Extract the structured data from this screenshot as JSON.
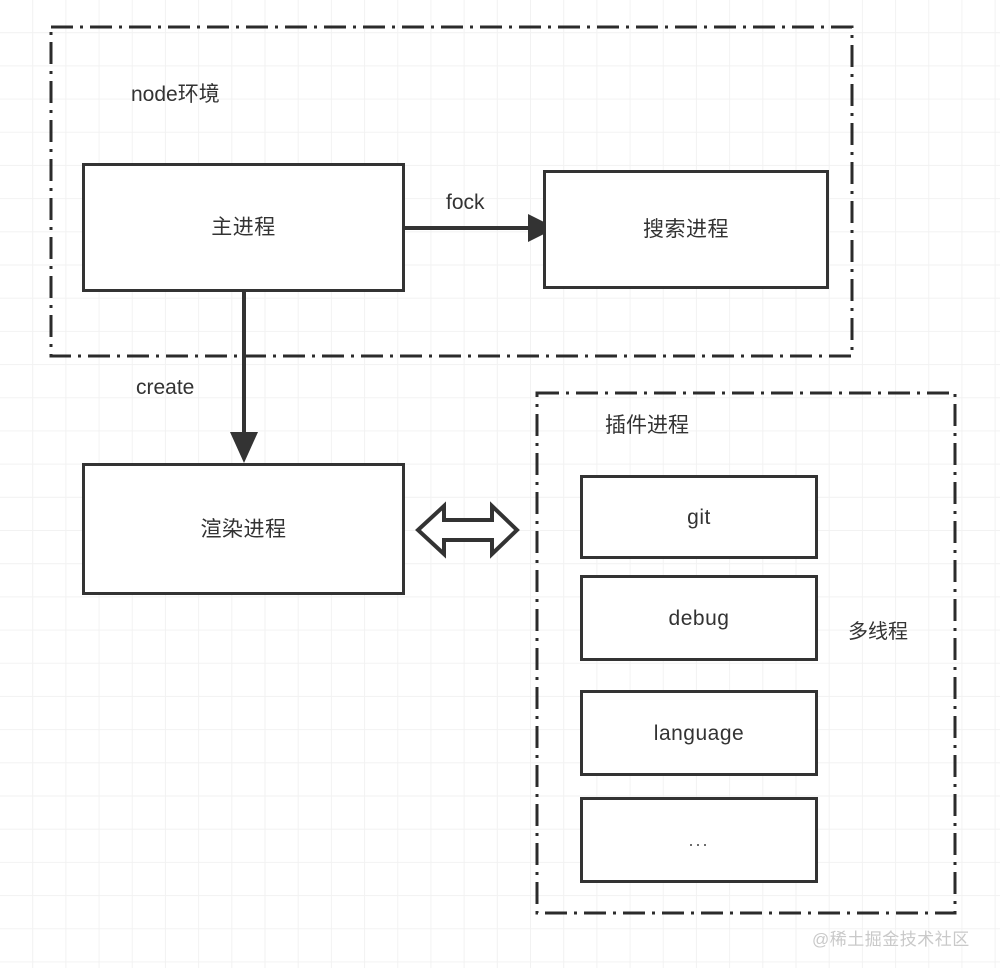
{
  "diagram": {
    "title": "node environment / plugin process architecture",
    "colors": {
      "stroke": "#333333",
      "group_stroke": "#2b2b2b",
      "text": "#333333",
      "grid": "#f2f2f2",
      "background": "#ffffff",
      "watermark": "#c9c9c9"
    },
    "groups": [
      {
        "id": "node-env",
        "label": "node环境"
      },
      {
        "id": "plugin-process",
        "label": "插件进程"
      }
    ],
    "boxes": [
      {
        "id": "main-process",
        "label": "主进程"
      },
      {
        "id": "search-process",
        "label": "搜索进程"
      },
      {
        "id": "render-process",
        "label": "渲染进程"
      },
      {
        "id": "plugin-git",
        "label": "git"
      },
      {
        "id": "plugin-debug",
        "label": "debug"
      },
      {
        "id": "plugin-language",
        "label": "language"
      },
      {
        "id": "plugin-more",
        "label": "..."
      }
    ],
    "edges": [
      {
        "id": "fork-edge",
        "label": "fock",
        "from": "主进程",
        "to": "搜索进程",
        "style": "solid-arrow"
      },
      {
        "id": "create-edge",
        "label": "create",
        "from": "主进程",
        "to": "渲染进程",
        "style": "solid-arrow"
      },
      {
        "id": "ipc-edge",
        "label": "",
        "from": "渲染进程",
        "to": "插件进程",
        "style": "double-arrow-hollow"
      }
    ],
    "captions": [
      {
        "id": "multithread",
        "label": "多线程"
      }
    ],
    "watermark": "@稀土掘金技术社区"
  }
}
